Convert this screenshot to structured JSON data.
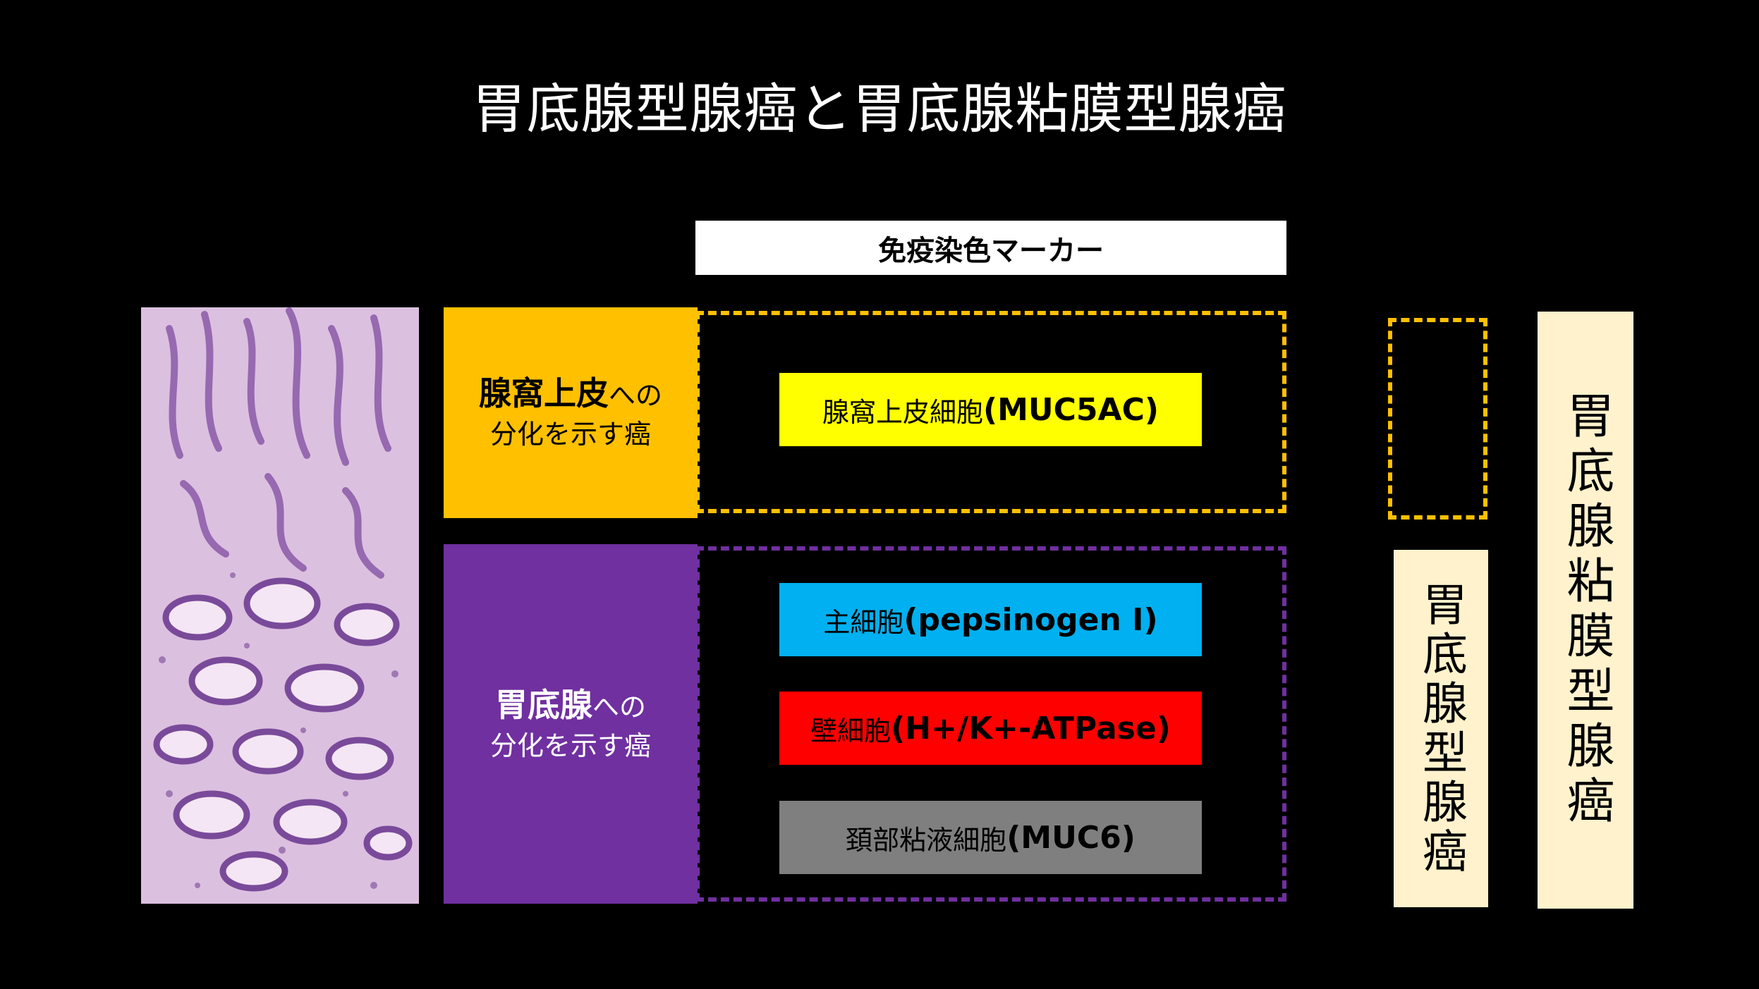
{
  "title": "胃底腺型腺癌と胃底腺粘膜型腺癌",
  "marker_header": "免疫染色マーカー",
  "categories": [
    {
      "main": "腺窩上皮",
      "suffix": "への",
      "line2": "分化を示す癌",
      "color": "#ffc000"
    },
    {
      "main": "胃底腺",
      "suffix": "への",
      "line2": "分化を示す癌",
      "color": "#7030a0"
    }
  ],
  "markers": [
    {
      "cell": "腺窩上皮細胞",
      "name": "(MUC5AC)",
      "color": "#ffff00"
    },
    {
      "cell": "主細胞",
      "name": "(pepsinogen I)",
      "color": "#00b0f0"
    },
    {
      "cell": "壁細胞",
      "name": "(H+/K+-ATPase)",
      "color": "#ff0000"
    },
    {
      "cell": "頚部粘液細胞",
      "name": "(MUC6)",
      "color": "#7f7f7f"
    }
  ],
  "side_labels": {
    "fundic_gland_type": "胃底腺型腺癌",
    "fundic_gland_mucosa_type": "胃底腺粘膜型腺癌"
  },
  "colors": {
    "background": "#000000",
    "label_fill": "#fff2cc",
    "header_fill": "#ffffff"
  }
}
